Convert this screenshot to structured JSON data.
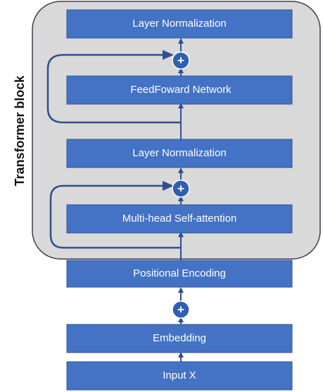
{
  "diagram": {
    "container_label": "Transformer block",
    "blocks": {
      "layer_norm_top": "Layer Normalization",
      "feedforward": "FeedFoward Network",
      "layer_norm_mid": "Layer Normalization",
      "attention": "Multi-head Self-attention",
      "positional_encoding": "Positional Encoding",
      "embedding": "Embedding",
      "input": "Input X"
    },
    "add_symbol": "+",
    "colors": {
      "block_fill": "#4472c4",
      "block_stroke": "#2f5597",
      "block_text": "#ffffff",
      "container_fill": "#d9d9d9",
      "container_stroke": "#3b3f4a",
      "arrow": "#2e4f8f",
      "adder_fill": "#2f5fb3"
    }
  }
}
